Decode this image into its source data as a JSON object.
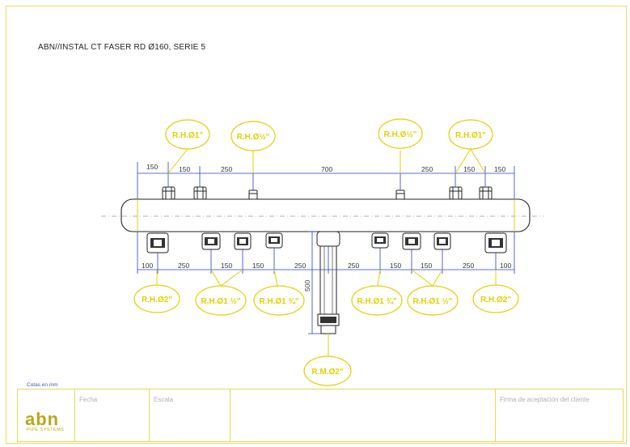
{
  "drawing": {
    "title": "ABN//INSTAL CT FASER RD Ø160, SERIE 5",
    "units_note": "Cotas en mm",
    "top_dimensions": [
      "150",
      "150",
      "250",
      "700",
      "250",
      "150",
      "150"
    ],
    "bottom_dimensions": [
      "100",
      "250",
      "150",
      "150",
      "250",
      "250",
      "150",
      "150",
      "250",
      "100"
    ],
    "vertical_dimension": "500",
    "top_callouts": [
      "R.H.Ø1\"",
      "R.H.Ø½\"",
      "R.H.Ø½\"",
      "R.H.Ø1\""
    ],
    "bottom_callouts": [
      "R.H.Ø2\"",
      "R.H.Ø1 ½\"",
      "R.H.Ø1 ¾\"",
      "R.H.Ø1 ¾\"",
      "R.H.Ø1 ½\"",
      "R.H.Ø2\""
    ],
    "main_callout": "R.M.Ø2\""
  },
  "title_block": {
    "logo": "abn",
    "logo_sub": "PIPE SYSTEMS",
    "fecha_label": "Fecha",
    "escala_label": "Escala",
    "firma_label": "Firma de aceptación del cliente"
  },
  "colors": {
    "frame": "#e8e060",
    "callout": "#e0d000",
    "dimension": "#2a3cc8",
    "drawing": "#222222"
  }
}
